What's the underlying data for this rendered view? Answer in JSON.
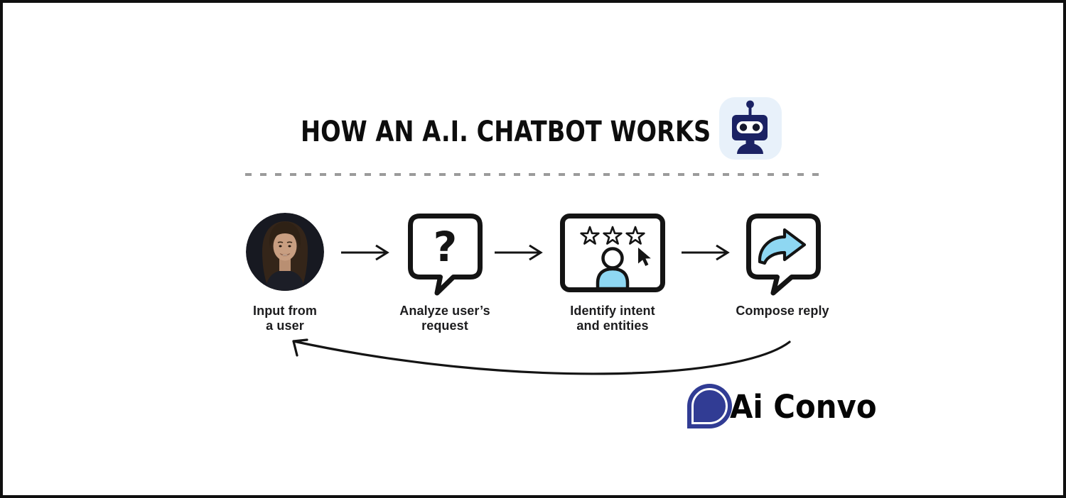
{
  "header": {
    "title": "HOW AN A.I. CHATBOT WORKS",
    "robot_icon": "robot-icon"
  },
  "steps": [
    {
      "label_line1": "Input from",
      "label_line2": "a user",
      "icon": "user-photo"
    },
    {
      "label_line1": "Analyze user’s",
      "label_line2": "request",
      "icon": "question-speech-bubble-icon",
      "glyph": "?"
    },
    {
      "label_line1": "Identify intent",
      "label_line2": "and entities",
      "icon": "stars-person-cursor-board-icon"
    },
    {
      "label_line1": "Compose reply",
      "label_line2": "",
      "icon": "reply-speech-bubble-icon"
    }
  ],
  "footer": {
    "logo_text": "Ai Convo",
    "logo_icon": "speech-drop-icon"
  },
  "colors": {
    "ink": "#141414",
    "accent_light_blue": "#8ed7f2",
    "robot_navy": "#1b2264",
    "robot_tile_bg": "#e8f1fa",
    "logo_indigo": "#313c94",
    "divider_gray": "#9b9b9b"
  }
}
